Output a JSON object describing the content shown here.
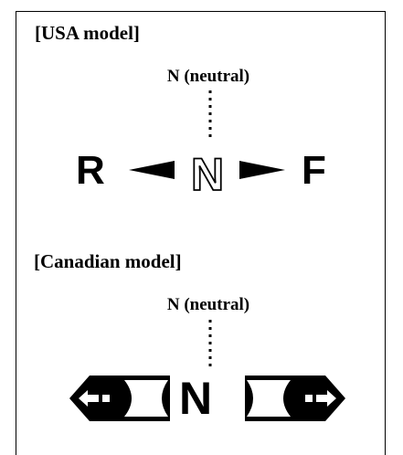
{
  "usa": {
    "heading": "[USA model]",
    "neutral_label": "N (neutral)",
    "gears": {
      "reverse": "R",
      "neutral": "N",
      "forward": "F"
    }
  },
  "canada": {
    "heading": "[Canadian model]",
    "neutral_label": "N (neutral)",
    "gears": {
      "neutral": "N"
    }
  }
}
